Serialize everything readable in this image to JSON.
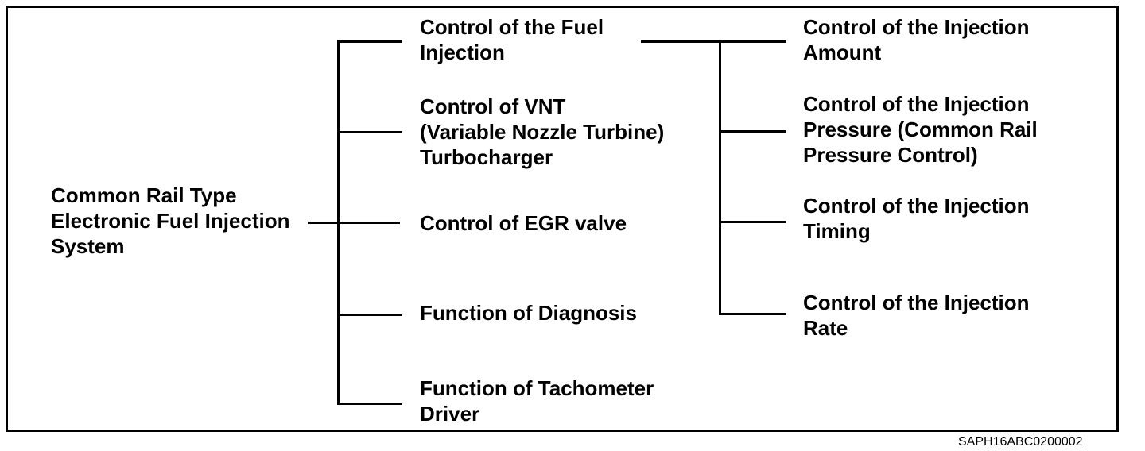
{
  "figure_code": "SAPH16ABC0200002",
  "colors": {
    "background": "#ffffff",
    "line": "#000000",
    "text": "#000000"
  },
  "diagram": {
    "type": "tree",
    "root": {
      "label": "Common Rail Type\nElectronic Fuel Injection\nSystem"
    },
    "branches": [
      {
        "label": "Control of the Fuel\nInjection",
        "children": [
          {
            "label": "Control of the Injection\nAmount"
          },
          {
            "label": "Control of the Injection\nPressure (Common Rail\nPressure Control)"
          },
          {
            "label": "Control of the Injection\nTiming"
          },
          {
            "label": "Control of the Injection\nRate"
          }
        ]
      },
      {
        "label": "Control of VNT\n(Variable Nozzle Turbine)\nTurbocharger",
        "children": []
      },
      {
        "label": "Control of EGR valve",
        "children": []
      },
      {
        "label": "Function of Diagnosis",
        "children": []
      },
      {
        "label": "Function of Tachometer\nDriver",
        "children": []
      }
    ]
  }
}
